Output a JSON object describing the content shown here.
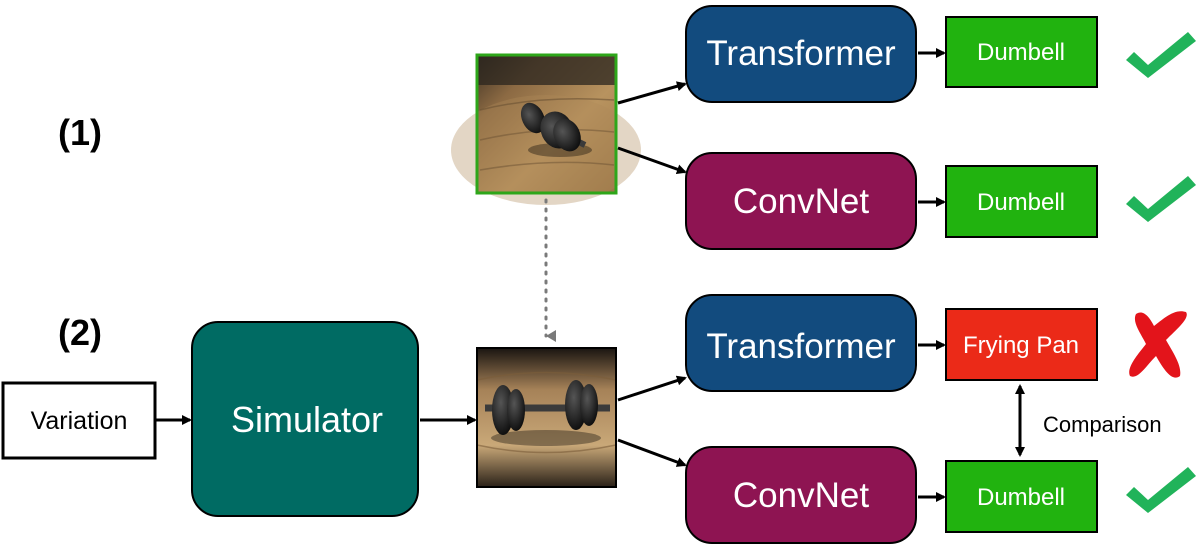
{
  "row_labels": {
    "row1": "(1)",
    "row2": "(2)"
  },
  "inputs": {
    "variation": "Variation",
    "simulator": "Simulator"
  },
  "models": {
    "transformer": "Transformer",
    "convnet": "ConvNet"
  },
  "predictions": {
    "row1_transformer": "Dumbell",
    "row1_convnet": "Dumbell",
    "row2_transformer": "Frying Pan",
    "row2_convnet": "Dumbell"
  },
  "comparison_label": "Comparison",
  "results": {
    "row1_transformer": "correct",
    "row1_convnet": "correct",
    "row2_transformer": "wrong",
    "row2_convnet": "correct"
  },
  "colors": {
    "transformer": "#124b7e",
    "convnet": "#8e1452",
    "simulator": "#006b63",
    "prediction_correct": "#21b30f",
    "prediction_wrong": "#eb2a18",
    "check": "#21b35a",
    "cross": "#e3141b",
    "real_image_border": "#2ea61a"
  }
}
